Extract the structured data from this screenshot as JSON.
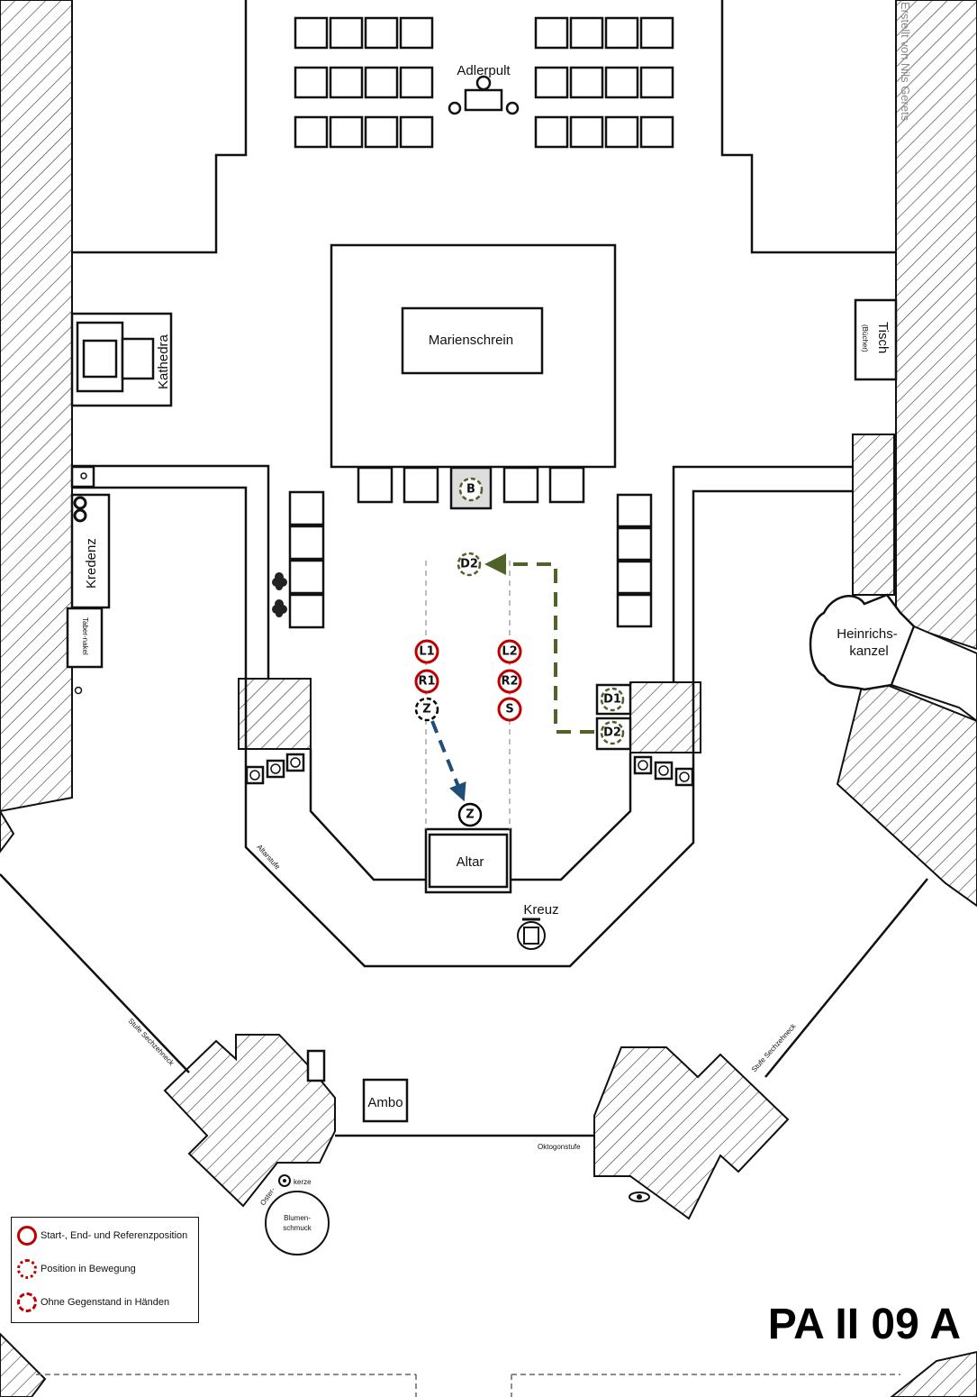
{
  "title": "PA II 09 A",
  "credit": "Erstellt von Nils Gerets",
  "labels": {
    "adlerpult": "Adlerpult",
    "marienschrein": "Marienschrein",
    "kathedra": "Kathedra",
    "tisch": "Tisch",
    "tisch_sub": "(Bücher)",
    "kredenz": "Kredenz",
    "tabernakel": "Taber-nakel",
    "heinrichskanzel_1": "Heinrichs-",
    "heinrichskanzel_2": "kanzel",
    "altar": "Altar",
    "kreuz": "Kreuz",
    "altarstufe": "Altarstufe",
    "ambo": "Ambo",
    "oktogonstufe": "Oktogonstufe",
    "stufe_left": "Stufe Sechzehneck",
    "stufe_right": "Stufe Sechzehneck",
    "osterkerze_1": "Oster-",
    "osterkerze_2": "kerze",
    "blumenschmuck_1": "Blumen-",
    "blumenschmuck_2": "schmuck"
  },
  "markers": {
    "B": "B",
    "D2_top": "D2",
    "L1": "L1",
    "R1": "R1",
    "Z_start": "Z",
    "L2": "L2",
    "R2": "R2",
    "S": "S",
    "D1": "D1",
    "D2": "D2",
    "Z_end": "Z"
  },
  "legend": [
    {
      "label": "Start-, End- und Referenzposition",
      "style": "solid"
    },
    {
      "label": "Position in Bewegung",
      "style": "dotted"
    },
    {
      "label": "Ohne Gegenstand in Händen",
      "style": "dashed"
    }
  ],
  "colors": {
    "red": "#c00000",
    "green": "#4f6228",
    "blue": "#1f4e79",
    "black": "#000000"
  }
}
